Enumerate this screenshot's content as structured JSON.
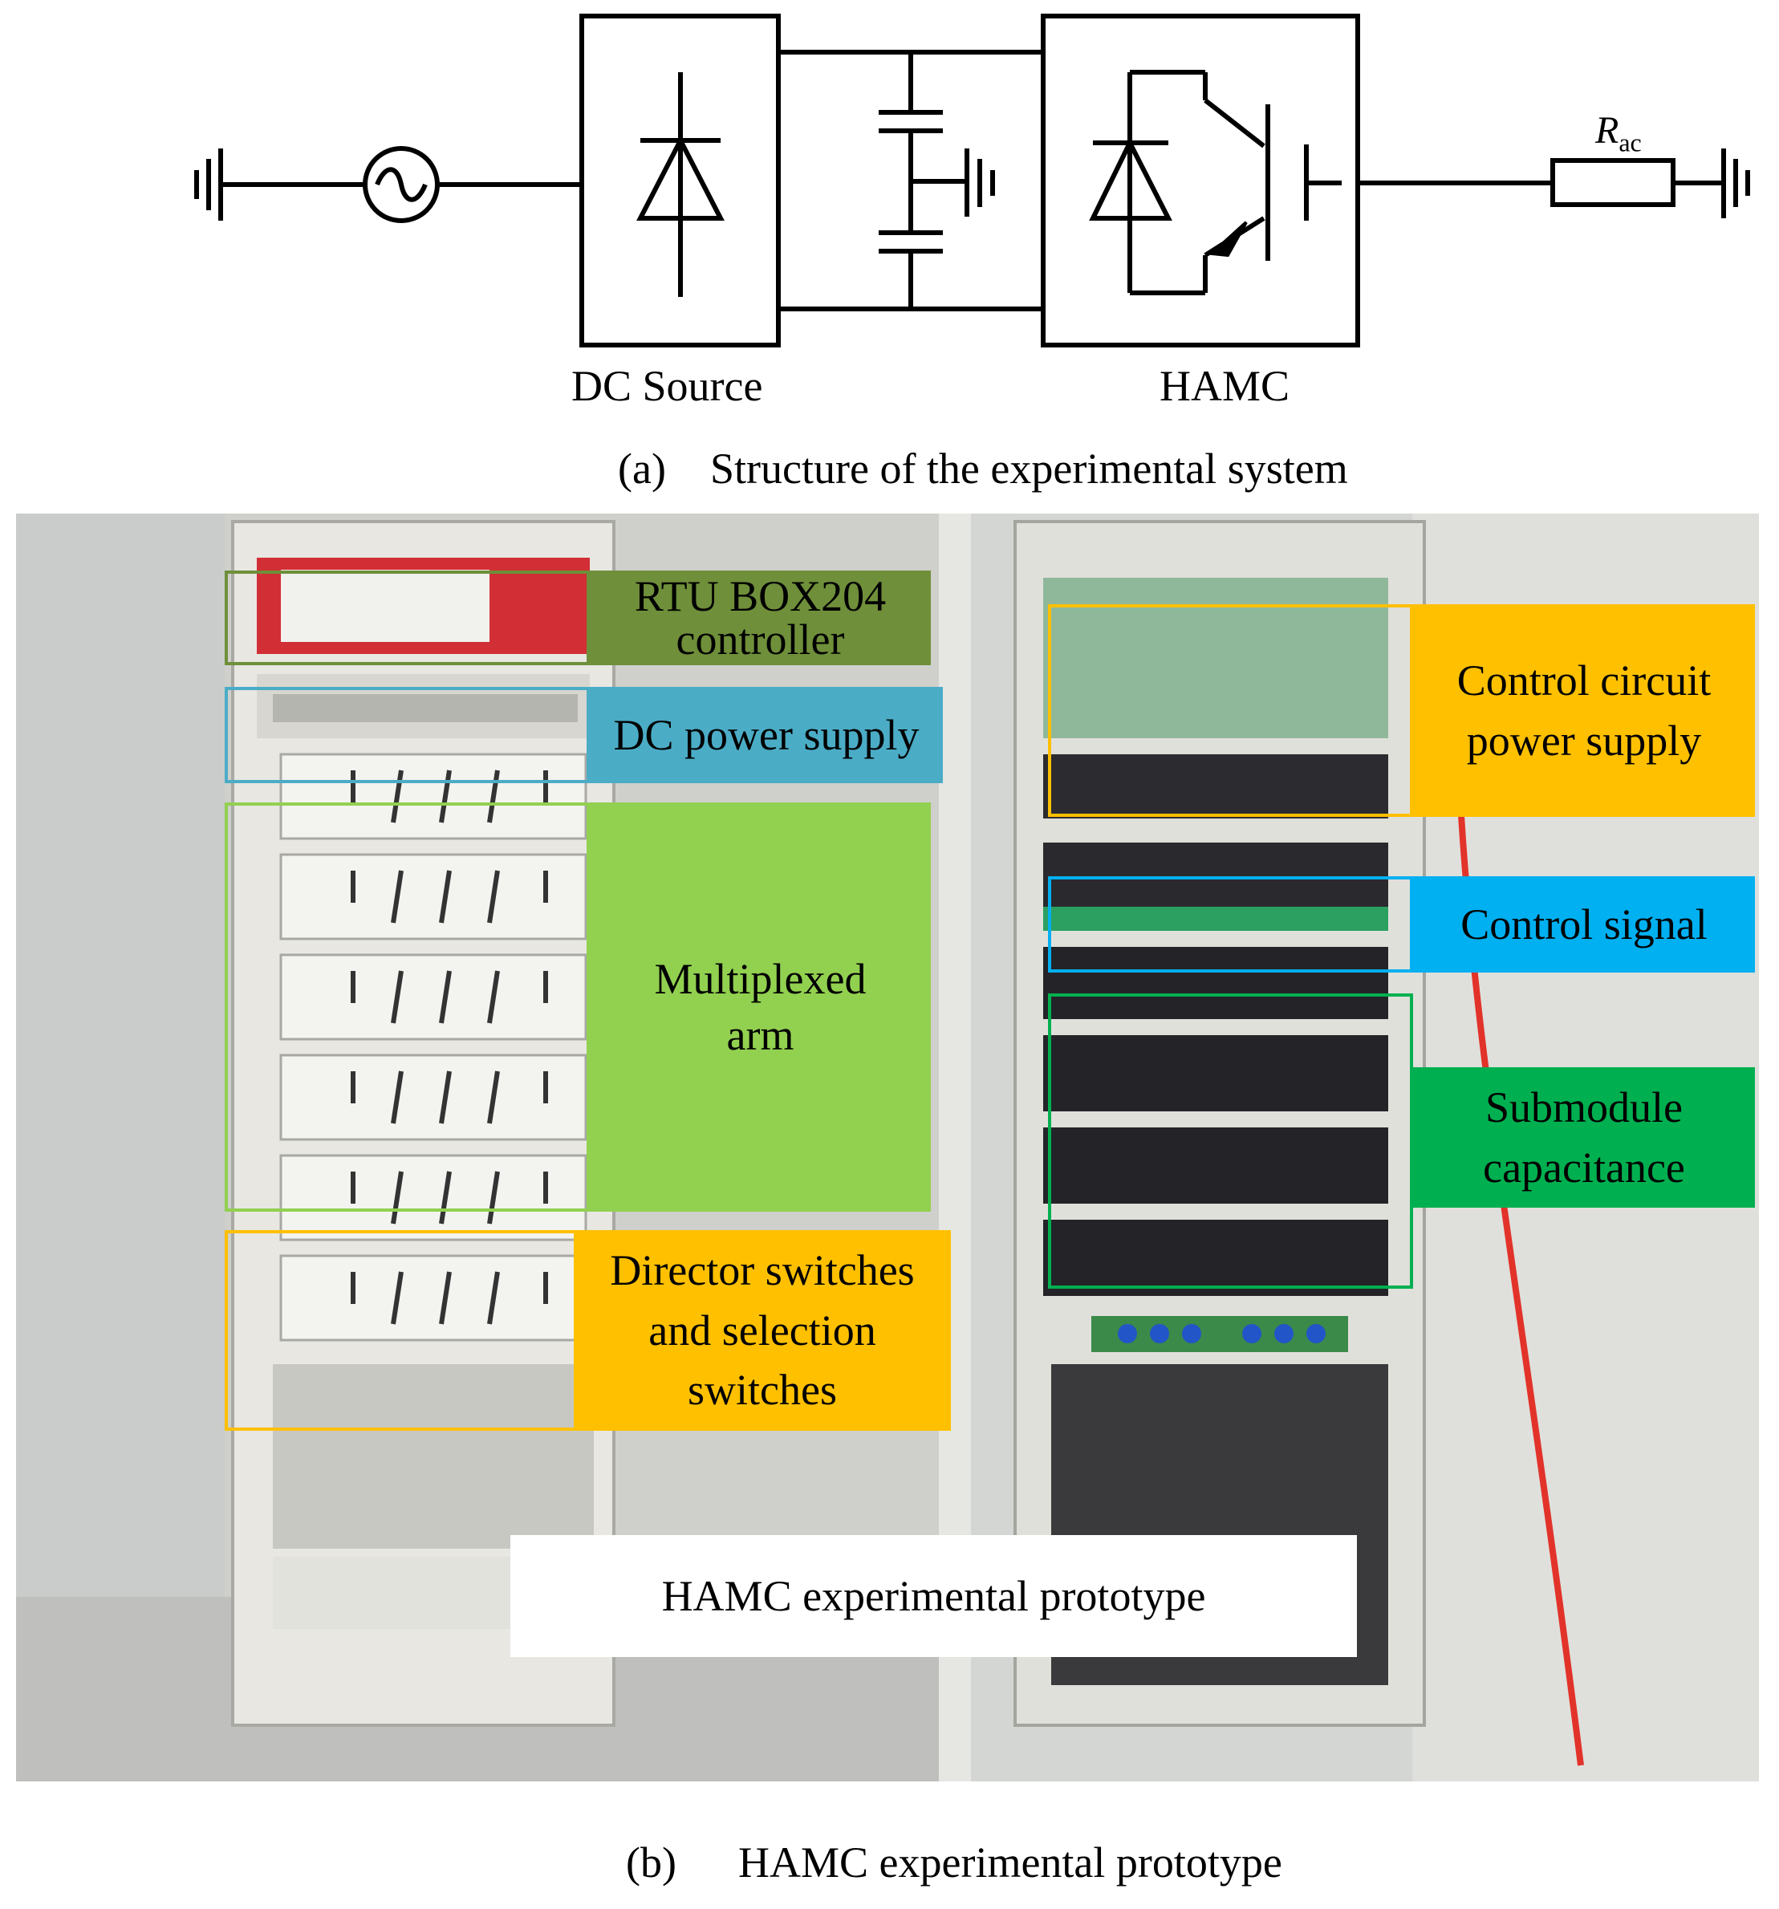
{
  "schematic": {
    "dc_source_label": "DC Source",
    "hamc_label": "HAMC",
    "resistor_symbol": "R",
    "resistor_subscript": "ac"
  },
  "captions": {
    "a_marker": "(a)",
    "a_text": "Structure of the experimental system",
    "b_marker": "(b)",
    "b_text": "HAMC experimental prototype"
  },
  "photo": {
    "labels": {
      "rtu": "RTU BOX204\ncontroller",
      "dc_supply": "DC power supply",
      "multiplexed_arm": "Multiplexed\narm",
      "director_switches": "Director switches\nand  selection\nswitches",
      "control_power": "Control circuit\npower supply",
      "control_signal": "Control signal",
      "submodule_cap": "Submodule\ncapacitance",
      "prototype": "HAMC experimental prototype"
    },
    "colors": {
      "rtu": "#6f8f3a",
      "dc_supply": "#4bacc6",
      "multiplexed_arm": "#92d050",
      "director_switches": "#ffc000",
      "control_power": "#ffc000",
      "control_signal": "#00b0f0",
      "submodule_cap": "#00b050"
    }
  }
}
